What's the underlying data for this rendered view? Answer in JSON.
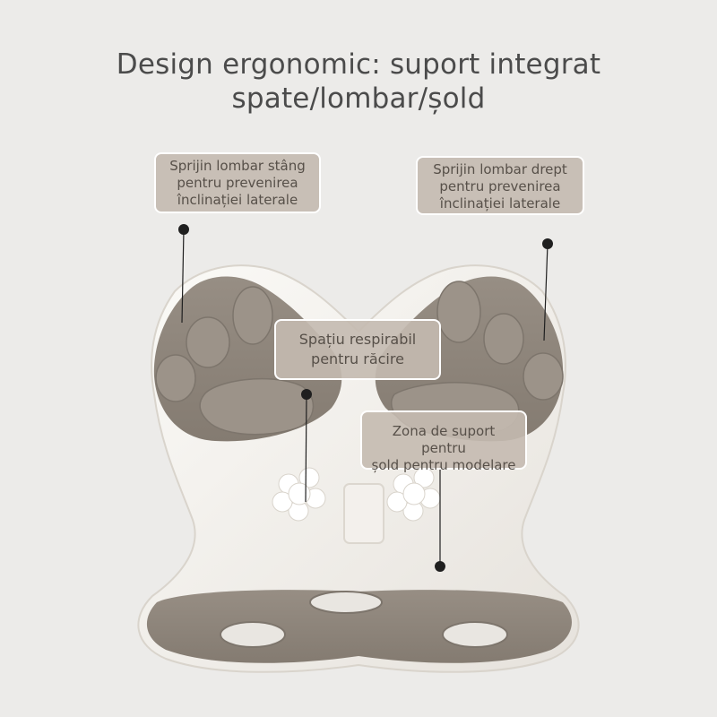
{
  "heading": {
    "line1": "Design ergonomic: suport integrat",
    "line2": "spate/lombar/șold"
  },
  "callouts": {
    "left": [
      "Sprijin lombar stâng",
      "pentru prevenirea",
      "înclinației laterale"
    ],
    "right": [
      "Sprijin lombar drept",
      "pentru prevenirea",
      "înclinației laterale"
    ],
    "center": [
      "Spațiu respirabil",
      "pentru răcire"
    ],
    "hip": [
      "Zona de suport pentru",
      "șold pentru modelare"
    ]
  },
  "colors": {
    "background": "#ecebe9",
    "shell": "#f5f3ef",
    "cushion": "#8e857b",
    "callout_fill": "#c4bab0",
    "pointer": "#1f1f1f"
  }
}
